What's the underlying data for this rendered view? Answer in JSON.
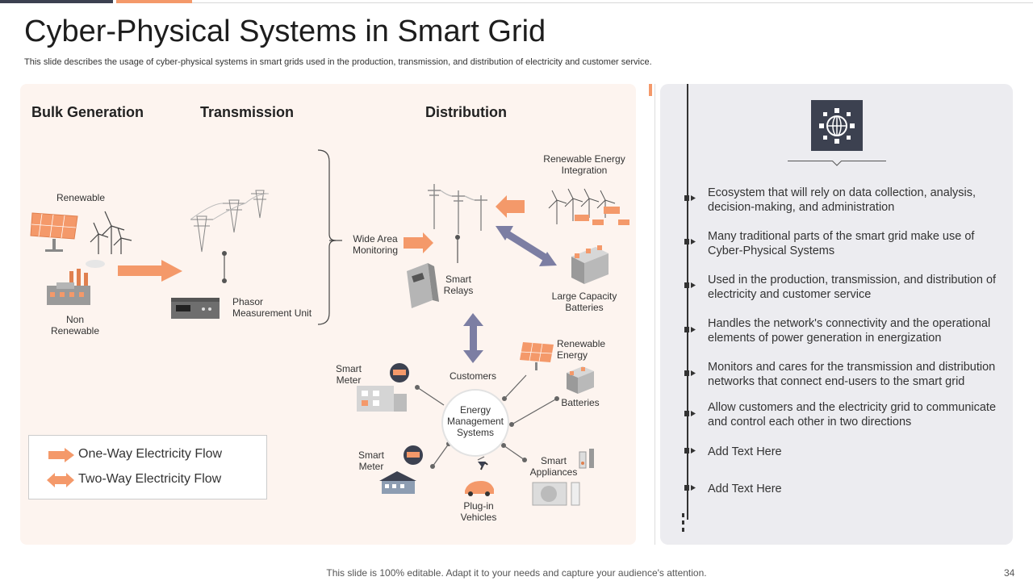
{
  "title": "Cyber-Physical Systems in Smart Grid",
  "subtitle": "This slide describes the usage of cyber-physical systems in smart grids used in the production, transmission, and distribution of electricity and customer service.",
  "sections": {
    "bulk_generation": "Bulk Generation",
    "transmission": "Transmission",
    "distribution": "Distribution"
  },
  "labels": {
    "renewable": "Renewable",
    "non_renewable": "Non\nRenewable",
    "phasor": "Phasor\nMeasurement Unit",
    "wide_area": "Wide Area\nMonitoring",
    "smart_relays": "Smart\nRelays",
    "renewable_integration": "Renewable Energy\nIntegration",
    "large_batteries": "Large Capacity\nBatteries",
    "customers": "Customers",
    "smart_meter_1": "Smart\nMeter",
    "smart_meter_2": "Smart\nMeter",
    "renewable_energy": "Renewable\nEnergy",
    "batteries": "Batteries",
    "ems": "Energy\nManagement\nSystems",
    "smart_appliances": "Smart\nAppliances",
    "plugin_vehicles": "Plug-in\nVehicles"
  },
  "legend": {
    "one_way": "One-Way  Electricity Flow",
    "two_way": "Two-Way  Electricity Flow"
  },
  "items": [
    "Ecosystem that will rely on data collection, analysis, decision-making, and administration",
    "Many traditional parts of the smart grid make use of Cyber-Physical Systems",
    "Used in the production, transmission, and distribution of electricity and customer service",
    "Handles the network's connectivity and the operational elements of power generation in energization",
    "Monitors and cares for the transmission and distribution networks that connect end-users to the smart grid",
    "Allow customers and the electricity grid to communicate and control each other in two directions",
    "Add Text Here",
    "Add Text Here"
  ],
  "footer": "This slide is 100% editable. Adapt it to your needs and capture your audience's attention.",
  "page_number": "34",
  "colors": {
    "accent": "#f4996a",
    "dark": "#3c4150",
    "arrow_purple": "#7c7ea3",
    "panel_left": "#fdf4ef",
    "panel_right": "#ececf0"
  },
  "icons": [
    "solar-panel-icon",
    "wind-turbine-icon",
    "factory-icon",
    "transmission-tower-icon",
    "pmu-device-icon",
    "power-pole-icon",
    "smart-relay-icon",
    "battery-icon",
    "house-icon",
    "smart-meter-icon",
    "electric-car-icon",
    "air-conditioner-icon",
    "globe-gear-icon"
  ]
}
